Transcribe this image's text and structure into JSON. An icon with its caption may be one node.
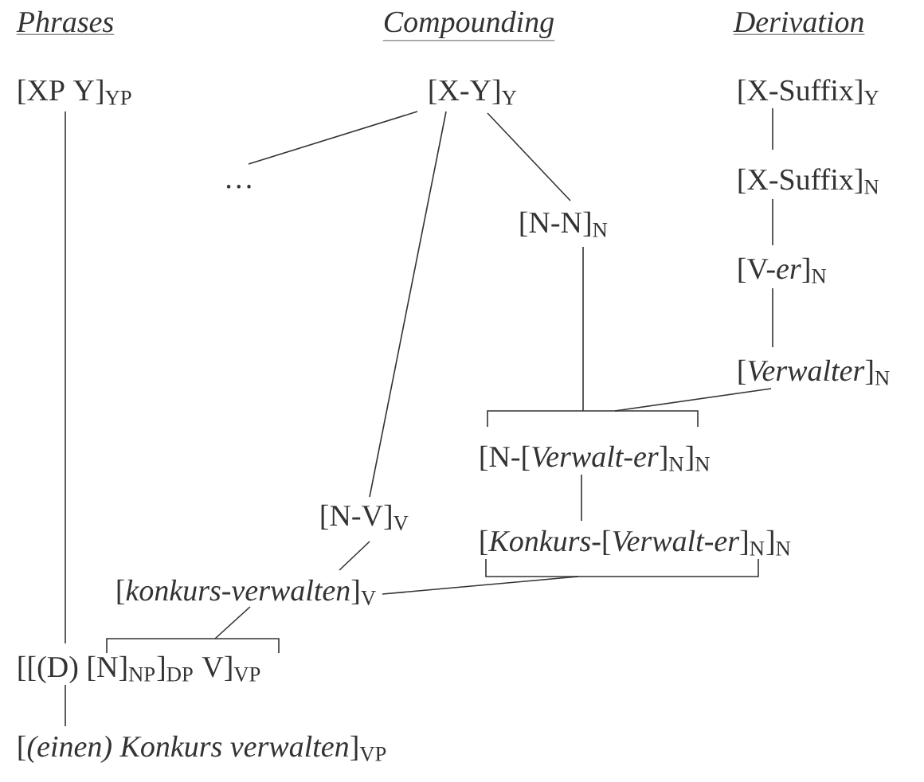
{
  "diagram": {
    "nodes": [
      {
        "text": [
          "[XP Y]$_{YP}$"
        ]
      },
      {
        "text": [
          "[X-Y]$_{Y}$"
        ]
      },
      {
        "text": [
          "[X-Suffix]$_{Y}$"
        ]
      },
      {
        "text": [
          "…"
        ]
      },
      {
        "text": [
          "[X-Suffix]$_{N}$"
        ]
      },
      {
        "text": [
          "[N-N]$_{N}$"
        ]
      },
      {
        "text": [
          "[V-*er*]$_{N}$"
        ]
      },
      {
        "text": [
          "[*Verwalter*]$_{N}$"
        ]
      },
      {
        "text": [
          "[N-[*Verwalt-er*]$_{N}$]$_{N}$"
        ]
      },
      {
        "text": [
          "[N-V]$_{V}$"
        ]
      },
      {
        "text": [
          "[*Konkurs-*[*Verwalt-er*]$_{N}$]$_{N}$"
        ]
      },
      {
        "text": [
          "[*konkurs-verwalten*]$_{V}$"
        ]
      },
      {
        "text": [
          "[[(D) [N]$_{NP}$]$_{DP}$ V]$_{VP}$"
        ]
      },
      {
        "text": [
          "[*(einen) Konkurs verwalten*]$_{VP}$"
        ]
      }
    ],
    "edges": [
      {
        "from": 0,
        "to": 12,
        "arrow": "none"
      },
      {
        "from": 1,
        "to": 3,
        "arrow": "none"
      },
      {
        "from": 1,
        "to": 9,
        "arrow": "none"
      },
      {
        "from": 1,
        "to": 5,
        "arrow": "none"
      },
      {
        "from": 5,
        "to": 8,
        "arrow": "none"
      },
      {
        "from": 2,
        "to": 4,
        "arrow": "none"
      },
      {
        "from": 4,
        "to": 6,
        "arrow": "none"
      },
      {
        "from": 6,
        "to": 7,
        "arrow": "none"
      },
      {
        "from": 7,
        "to": 8,
        "arrow": "none"
      },
      {
        "from": 8,
        "to": 10,
        "arrow": "none"
      },
      {
        "from": 10,
        "to": 11,
        "arrow": "none"
      },
      {
        "from": 9,
        "to": 11,
        "arrow": "none"
      },
      {
        "from": 11,
        "to": 12,
        "arrow": "none"
      },
      {
        "from": 12,
        "to": 13,
        "arrow": "none"
      }
    ],
    "labels": [
      "Phrases",
      "Compounding",
      "Derivation"
    ]
  }
}
